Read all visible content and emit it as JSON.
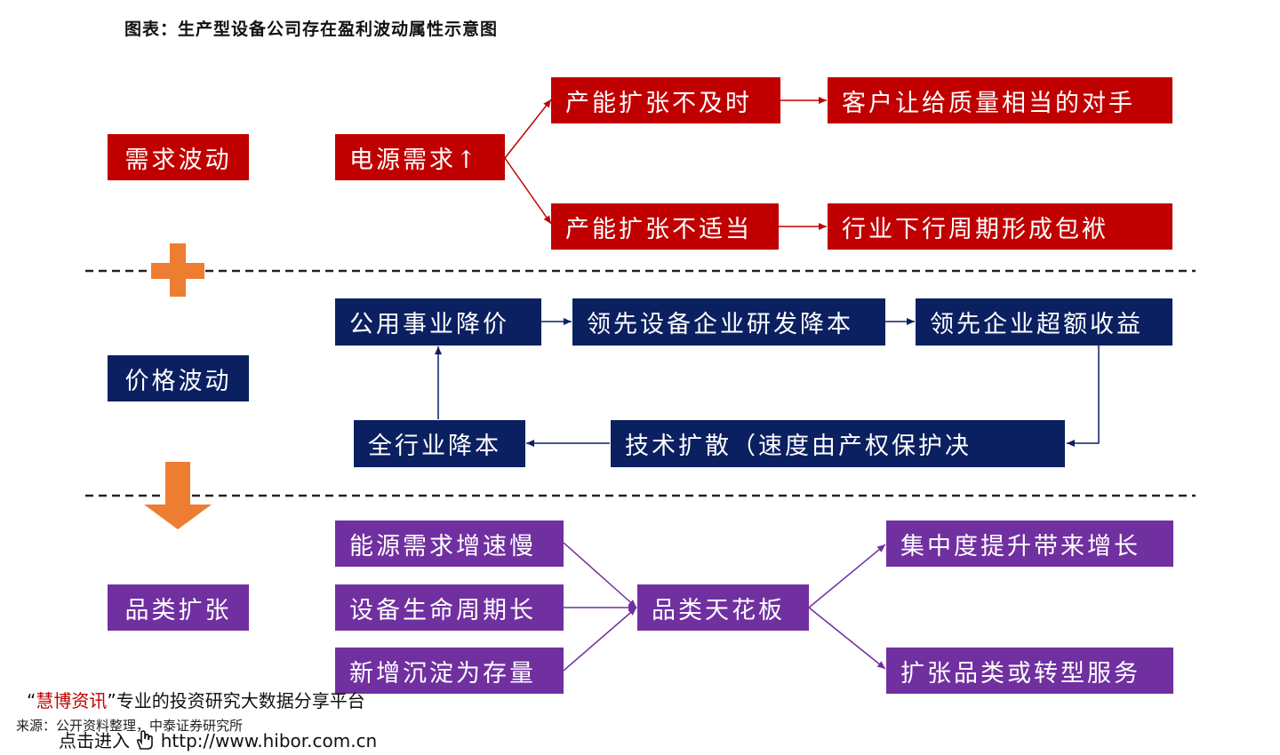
{
  "title": "图表：生产型设备公司存在盈利波动属性示意图",
  "sections": {
    "demand": {
      "label": "需求波动",
      "source": "电源需求↑",
      "branch_top": "产能扩张不及时",
      "result_top": "客户让给质量相当的对手",
      "branch_bottom": "产能扩张不适当",
      "result_bottom": "行业下行周期形成包袱"
    },
    "price": {
      "label": "价格波动",
      "step1": "公用事业降价",
      "step2": "领先设备企业研发降本",
      "step3": "领先企业超额收益",
      "step4": "技术扩散（速度由产权保护决",
      "step5": "全行业降本"
    },
    "category": {
      "label": "品类扩张",
      "input1": "能源需求增速慢",
      "input2": "设备生命周期长",
      "input3": "新增沉淀为存量",
      "center": "品类天花板",
      "output1": "集中度提升带来增长",
      "output2": "扩张品类或转型服务"
    }
  },
  "colors": {
    "red": "#c00000",
    "navy": "#0b2060",
    "purple": "#7030a0",
    "orange": "#ed7d31"
  },
  "footer": {
    "promo_open": "“",
    "promo_brand": "慧博资讯",
    "promo_close": "”",
    "promo_rest": "专业的投资研究大数据分享平台",
    "source": "来源：公开资料整理，中泰证券研究所",
    "enter": "点击进入",
    "url": "http://www.hibor.com.cn"
  }
}
